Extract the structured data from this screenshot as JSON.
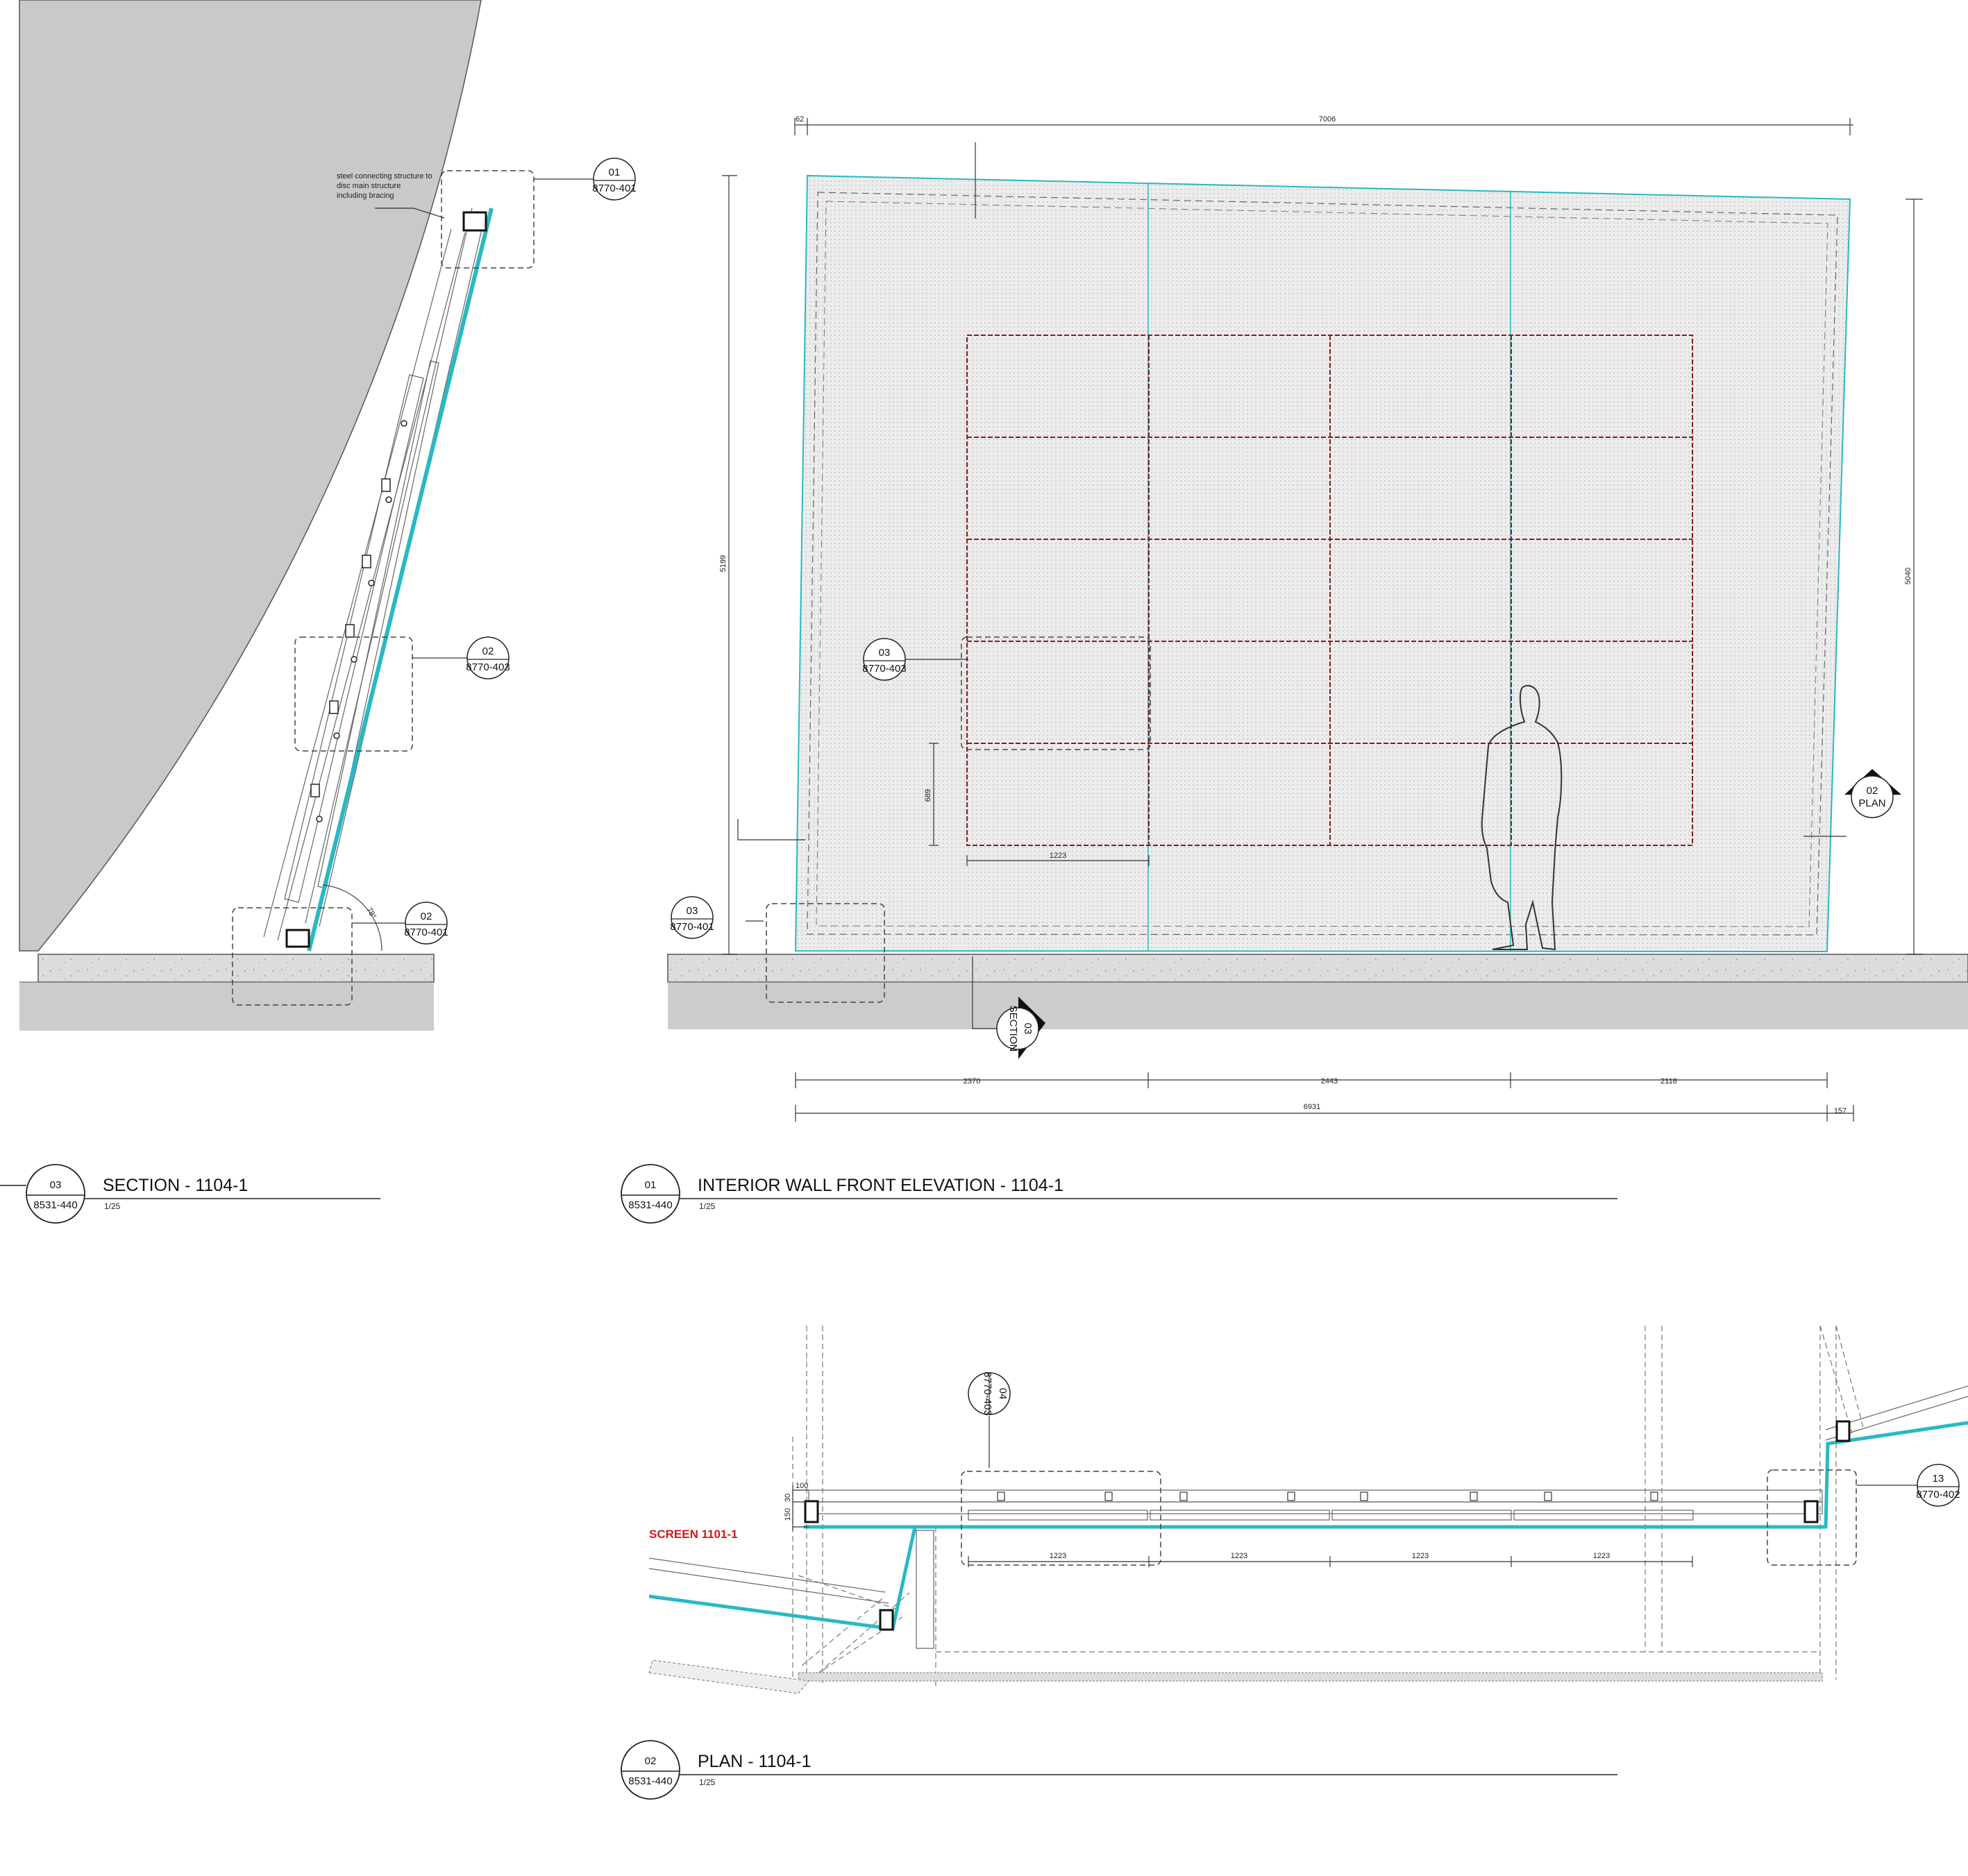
{
  "colors": {
    "glass": "#29b9c2",
    "grid": "#8a1a1a",
    "line": "#444444",
    "fill": "#cccccc",
    "screen_label": "#d0191b"
  },
  "section": {
    "note": [
      "steel connecting structure to",
      "disc main structure",
      "including bracing"
    ],
    "angle": "78°",
    "callouts": [
      {
        "num": "01",
        "ref": "8770-401"
      },
      {
        "num": "02",
        "ref": "8770-403"
      },
      {
        "num": "02",
        "ref": "8770-401"
      }
    ],
    "title": {
      "num": "03",
      "ref": "8531-440",
      "text": "SECTION - 1104-1",
      "scale": "1/25"
    }
  },
  "elevation": {
    "dims": {
      "top_small": "62",
      "top": "7006",
      "left_height": "5199",
      "right_height": "5040",
      "cell_height": "689",
      "cell_width": "1223",
      "bottom_a": "2370",
      "bottom_b": "2443",
      "bottom_c": "2118",
      "bottom_total": "6931",
      "bottom_extra": "157"
    },
    "callouts": [
      {
        "num": "03",
        "ref": "8770-403"
      },
      {
        "num": "03",
        "ref": "8770-401"
      }
    ],
    "plan_marker": {
      "num": "02",
      "label": "PLAN"
    },
    "section_marker": {
      "num": "03",
      "label": "SECTION"
    },
    "title": {
      "num": "01",
      "ref": "8531-440",
      "text": "INTERIOR WALL FRONT ELEVATION - 1104-1",
      "scale": "1/25"
    }
  },
  "plan": {
    "screen_label": "SCREEN 1101-1",
    "dims": {
      "d100": "100",
      "d150": "150",
      "d30": "30",
      "spans": [
        "1223",
        "1223",
        "1223",
        "1223"
      ]
    },
    "callouts": [
      {
        "num": "04",
        "ref": "8770-403"
      },
      {
        "num": "13",
        "ref": "8770-402"
      }
    ],
    "title": {
      "num": "02",
      "ref": "8531-440",
      "text": "PLAN - 1104-1",
      "scale": "1/25"
    }
  }
}
